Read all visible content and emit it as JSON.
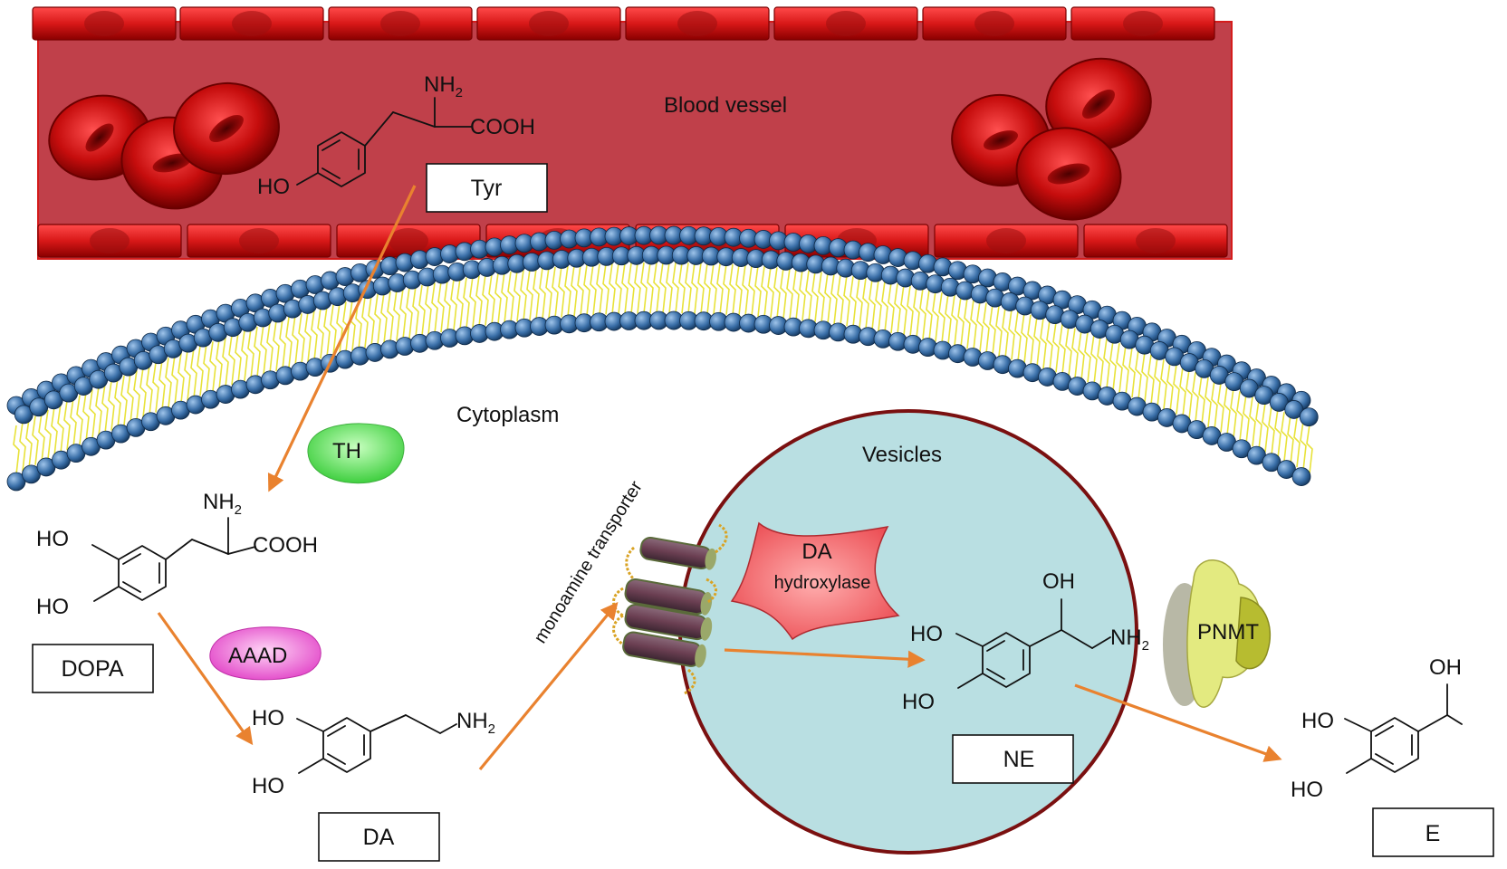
{
  "labels": {
    "blood_vessel": "Blood vessel",
    "cytoplasm": "Cytoplasm",
    "vesicles": "Vesicles",
    "monoamine_transporter": "monoamine transporter"
  },
  "enzymes": {
    "th": "TH",
    "aaad": "AAAD",
    "da_hydroxylase_line1": "DA",
    "da_hydroxylase_line2": "hydroxylase",
    "pnmt": "PNMT"
  },
  "compounds": {
    "tyr": "Tyr",
    "dopa": "DOPA",
    "da": "DA",
    "ne": "NE",
    "e": "E"
  },
  "groups": {
    "nh2": "NH",
    "sub2": "2",
    "cooh": "COOH",
    "ho": "HO",
    "oh": "OH",
    "n": "N"
  },
  "colors": {
    "vessel_fill": "#c0404a",
    "vessel_wall": "#d81818",
    "rbc": "#c81212",
    "lipid_head": "#3a6fa8",
    "lipid_tail": "#e8e23a",
    "vesicle_fill": "#b9dfe2",
    "vesicle_border": "#7a1010",
    "th": "#6fe06a",
    "aaad": "#ee5fd6",
    "da_hydroxylase": "#f06468",
    "pnmt": "#e3ea80",
    "arrow": "#e9822f"
  }
}
